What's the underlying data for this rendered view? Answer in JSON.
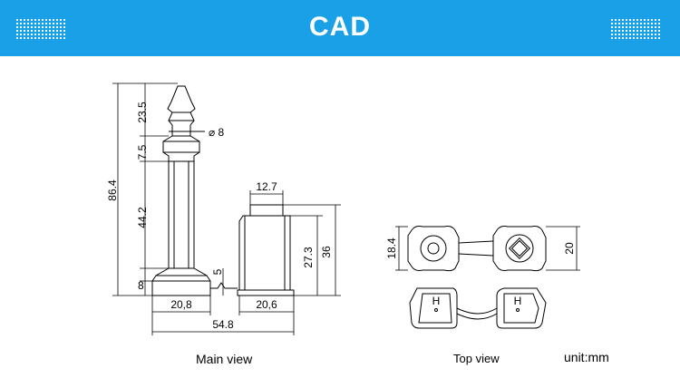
{
  "header": {
    "title": "CAD",
    "bg_color": "#1aa0e6",
    "decoration_icon": "dot-grid-icon"
  },
  "main_view": {
    "caption": "Main view",
    "dims": {
      "tip_height": "23.5",
      "diameter": "8",
      "collar_height": "7.5",
      "shaft_height": "44.2",
      "total_height": "86.4",
      "base_height": "8",
      "base_width": "20,8",
      "notch": "5",
      "cap_top_width": "12.7",
      "cap_body_height": "27.3",
      "cap_height": "36",
      "cap_width": "20,6",
      "overall_width": "54.8"
    }
  },
  "top_view": {
    "caption": "Top view",
    "dims": {
      "left_height": "18.4",
      "right_height": "20",
      "letter_left": "H",
      "letter_right": "H"
    }
  },
  "unit": "unit:mm"
}
